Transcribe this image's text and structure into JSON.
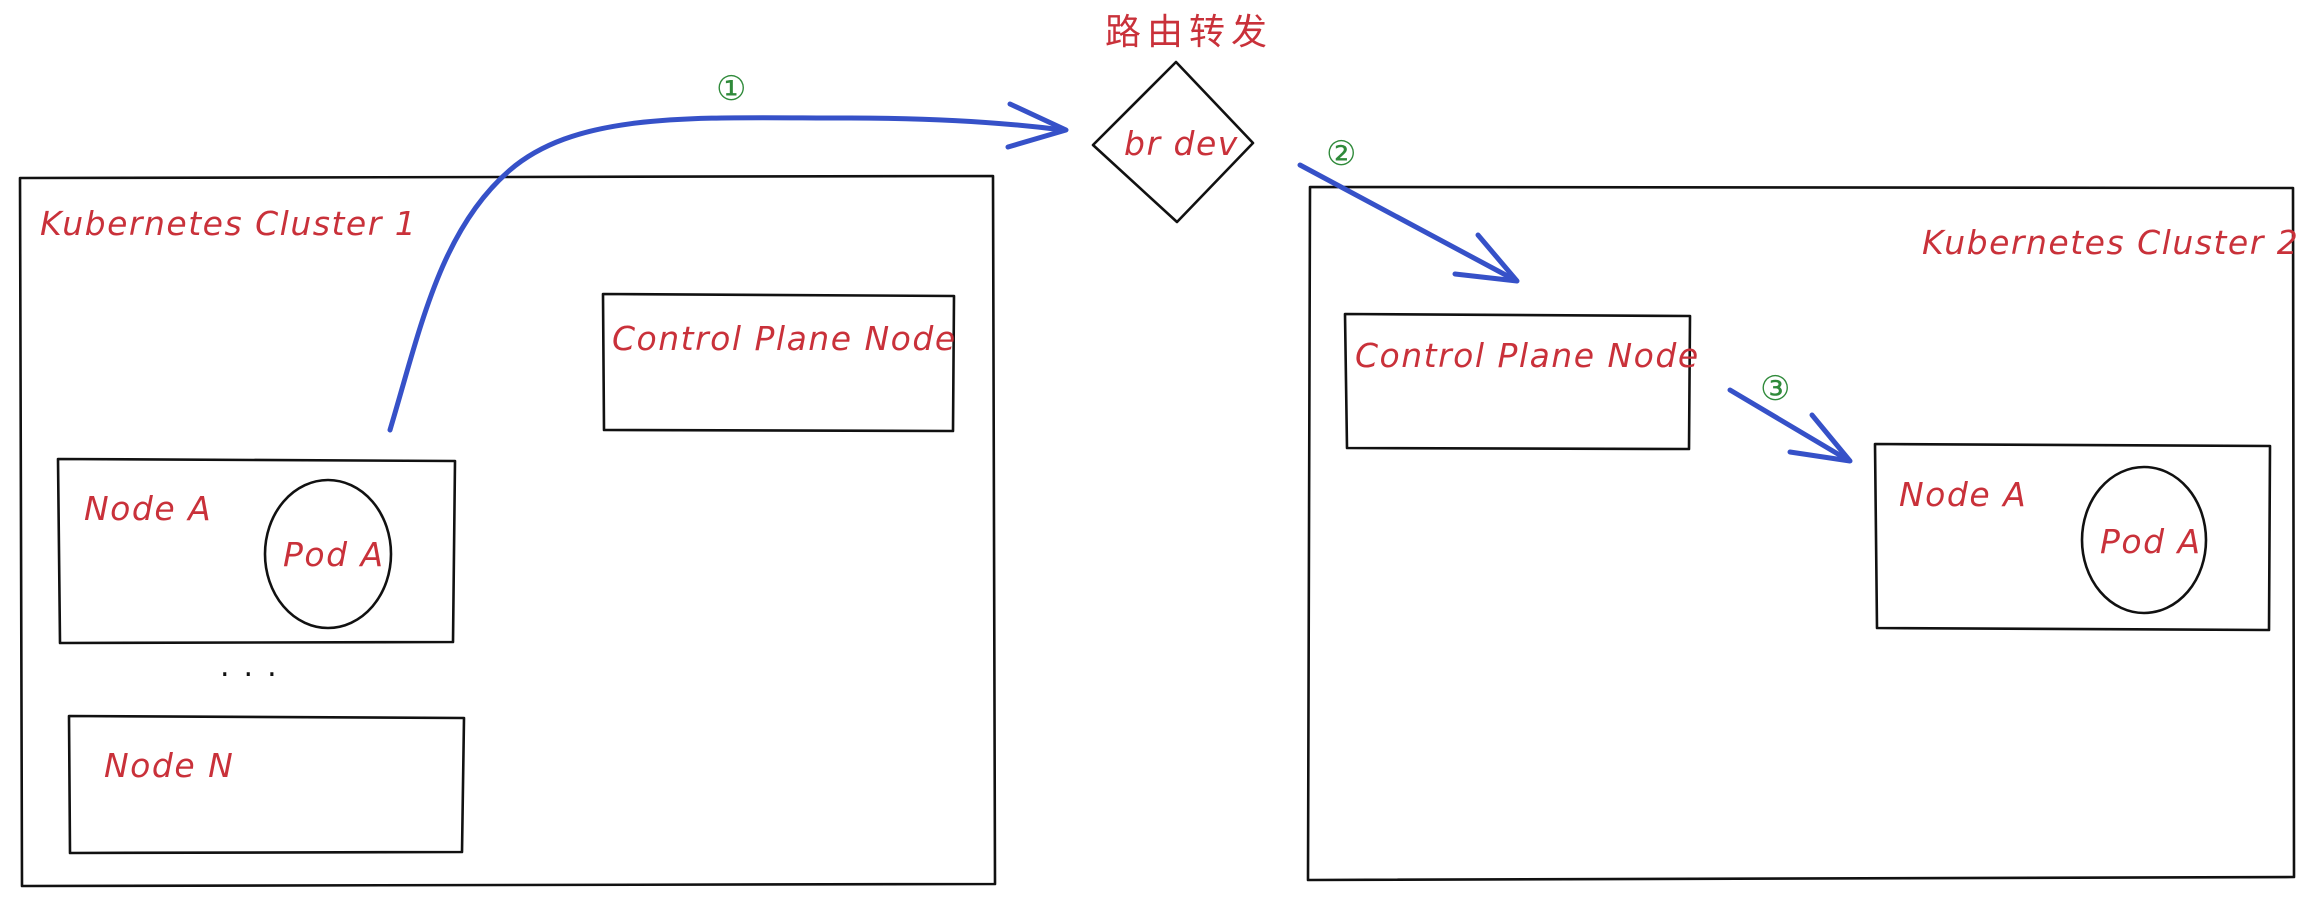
{
  "router": {
    "title": "路由转发",
    "device_label": "br dev"
  },
  "cluster1": {
    "title": "Kubernetes Cluster 1",
    "control_plane_label": "Control Plane Node",
    "node_a_label": "Node A",
    "pod_a_label": "Pod A",
    "ellipsis": "...",
    "node_n_label": "Node N"
  },
  "cluster2": {
    "title": "Kubernetes Cluster 2",
    "control_plane_label": "Control Plane Node",
    "node_a_label": "Node A",
    "pod_a_label": "Pod A"
  },
  "steps": {
    "step1": "①",
    "step2": "②",
    "step3": "③"
  },
  "colors": {
    "label": "#c9313a",
    "step": "#2f8a3a",
    "arrow": "#3651c8",
    "outline": "#111111"
  }
}
